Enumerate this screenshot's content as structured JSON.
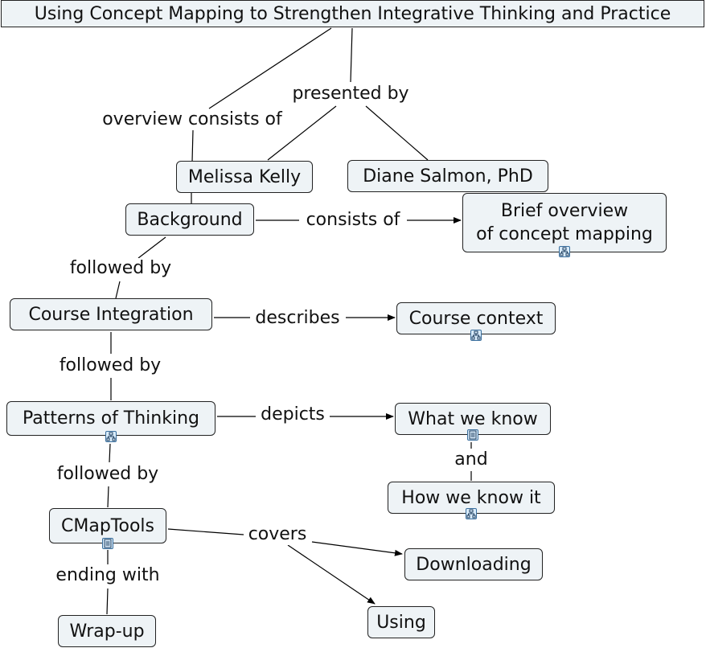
{
  "title": "Using Concept Mapping to Strengthen Integrative Thinking and Practice",
  "nodes": {
    "melissa": "Melissa Kelly",
    "diane": "Diane Salmon, PhD",
    "background": "Background",
    "brief_line1": "Brief overview",
    "brief_line2": "of concept mapping",
    "course_integration": "Course Integration",
    "course_context": "Course context",
    "patterns": "Patterns of Thinking",
    "what_we_know": "What we know",
    "how_we_know": "How we know it",
    "cmaptools": "CMapTools",
    "downloading": "Downloading",
    "using": "Using",
    "wrapup": "Wrap-up"
  },
  "links": {
    "overview_consists_of": "overview consists of",
    "presented_by": "presented by",
    "consists_of": "consists of",
    "followed_by_1": "followed by",
    "describes": "describes",
    "followed_by_2": "followed by",
    "depicts": "depicts",
    "and": "and",
    "followed_by_3": "followed by",
    "covers": "covers",
    "ending_with": "ending with"
  },
  "icons": {
    "brief": "concept-map-icon",
    "course_context": "concept-map-icon",
    "patterns": "concept-map-icon",
    "what_we_know": "document-icon",
    "how_we_know": "concept-map-icon",
    "cmaptools": "document-icon"
  },
  "colors": {
    "node_fill": "#eef3f6",
    "icon_fill": "#d9ecfb",
    "icon_border": "#3a6f9e"
  }
}
